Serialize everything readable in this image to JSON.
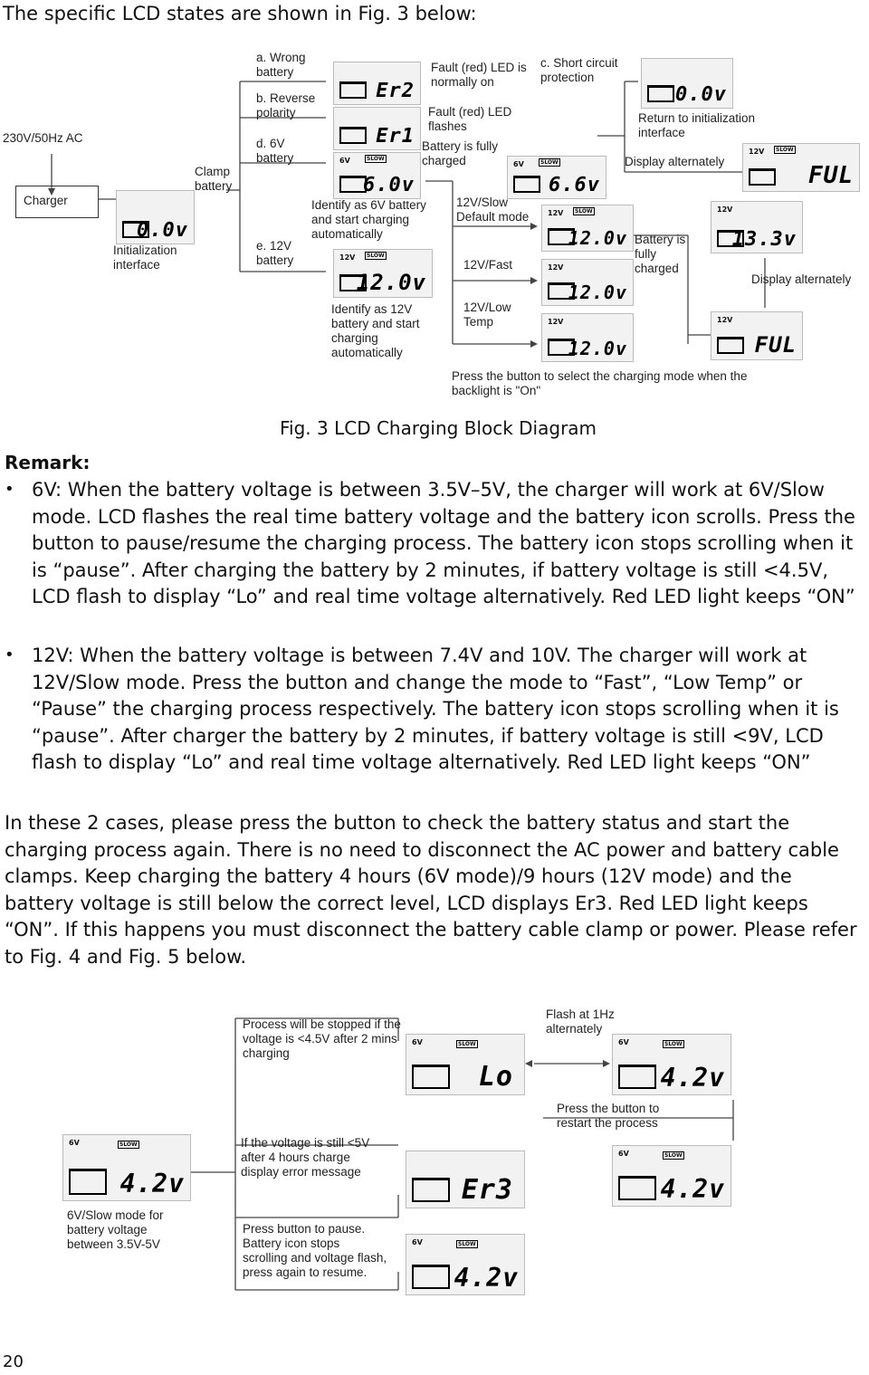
{
  "intro": "The specific LCD states are shown in Fig. 3 below:",
  "fig3": {
    "caption": "Fig. 3 LCD Charging Block Diagram",
    "input": "230V/50Hz AC",
    "charger": "Charger",
    "init_label": "Initialization interface",
    "clamp_label": "Clamp battery",
    "wrong": "a. Wrong battery",
    "reverse": "b. Reverse polarity",
    "six_v": "d. 6V battery",
    "twelve_v": "e. 12V battery",
    "fault_on": "Fault (red) LED is normally on",
    "fault_flash": "Fault (red) LED flashes",
    "fully_charged": "Battery is fully charged",
    "identify6": "Identify as 6V battery and start charging automatically",
    "identify12": "Identify as 12V battery and start charging automatically",
    "short_circuit": "c. Short circuit protection",
    "return_init": "Return to initialization interface",
    "display_alt1": "Display alternately",
    "slow_default": "12V/Slow Default mode",
    "fast": "12V/Fast",
    "low_temp": "12V/Low Temp",
    "fully_charged2": "Battery is fully charged",
    "display_alt2": "Display alternately",
    "press_note": "Press the button to select the charging mode when the backlight is \"On\"",
    "lcd": {
      "init": "0.0v",
      "er2": "Er2",
      "er1": "Er1",
      "v60": "6.0v",
      "v120": "12.0v",
      "v66": "6.6v",
      "ret": "0.0v",
      "ful": "FUL",
      "v133": "13.3v",
      "slow": "12.0v",
      "fastv": "12.0v",
      "lowv": "12.0v",
      "ful2": "FUL",
      "tag6": "6V",
      "tag12": "12V",
      "slowtag": "SLOW"
    }
  },
  "remark": {
    "title": "Remark:",
    "b1": "6V: When the battery voltage is between 3.5V–5V, the charger will work at 6V/Slow mode. LCD flashes the real time battery voltage and the battery icon scrolls. Press the button to pause/resume the charging process. The battery icon stops scrolling when it is “pause”. After charging the battery by 2 minutes, if battery voltage is still <4.5V, LCD flash to display “Lo” and real time voltage alternatively. Red LED light keeps “ON”",
    "b2": "12V: When the battery voltage is between 7.4V and 10V. The charger will work at 12V/Slow mode. Press the button and change the mode to “Fast”, “Low Temp” or “Pause” the charging process respectively. The battery icon stops scrolling when it is “pause”. After charger the battery by 2 minutes, if battery voltage is still <9V, LCD flash to display “Lo” and real time voltage alternatively. Red LED light keeps “ON”"
  },
  "body": "In these 2 cases, please press the button to check the battery status and start the charging process again. There is no need to disconnect the AC power and battery cable clamps. Keep charging the battery 4 hours (6V mode)/9 hours (12V mode) and the battery voltage is still below the correct level, LCD displays Er3. Red LED light keeps “ON”. If this happens you must disconnect the battery cable clamp or power. Please refer to Fig. 4 and Fig. 5 below.",
  "fig45": {
    "stopped": "Process will be stopped if the voltage is <4.5V after 2 mins charging",
    "flash": "Flash at 1Hz alternately",
    "restart": "Press the button to restart the process",
    "error": "If the voltage is still <5V after 4 hours charge display error message",
    "mode6": "6V/Slow mode for battery voltage between 3.5V-5V",
    "pause": "Press button to pause. Battery icon stops scrolling and voltage flash, press again to resume.",
    "lcd": {
      "lo": "Lo",
      "v42a": "4.2v",
      "v42b": "4.2v",
      "v42c": "4.2v",
      "er3": "Er3",
      "v42d": "4.2v",
      "tag6": "6V",
      "slowtag": "SLOW"
    }
  },
  "page_number": "20"
}
